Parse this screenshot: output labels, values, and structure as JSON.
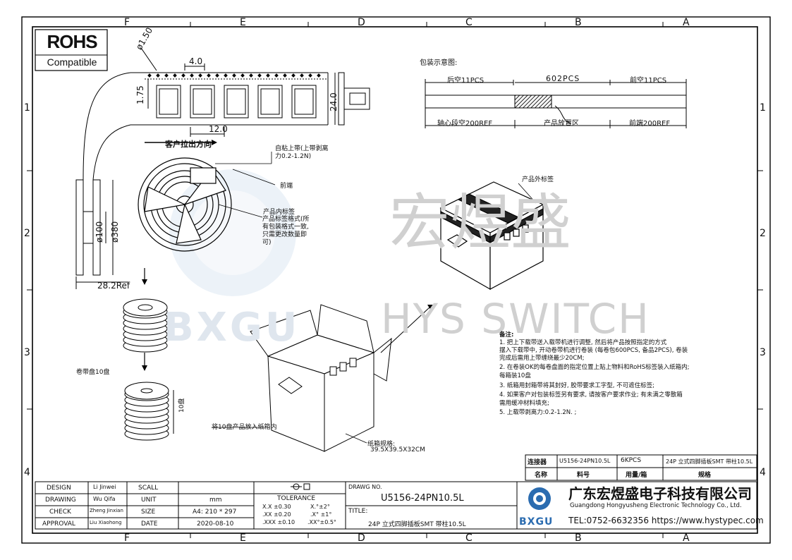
{
  "zones": {
    "top": [
      "F",
      "E",
      "D",
      "C",
      "B",
      "A"
    ],
    "side": [
      "1",
      "2",
      "3",
      "4"
    ]
  },
  "rohs": {
    "title": "ROHS",
    "subtitle": "Compatible"
  },
  "watermark": {
    "cn": "宏煜盛",
    "en": "HYS SWITCH",
    "logo": "BXGU"
  },
  "tape_dims": {
    "d150": "ø1.50",
    "pitch4": "4.0",
    "h175": "1.75",
    "pitch12": "12.0",
    "w24": "24.0"
  },
  "reel": {
    "pull_dir": "客户拉出方向",
    "top_tape": "自粘上带(上带剥离力0.2-1.2N)",
    "front": "前端",
    "inner_label": "产品内标签",
    "label_note": "产品标签格式(所有包装格式一致,只需更改数量即可)",
    "d100": "ø100",
    "d380": "ø380",
    "ref": "28.2Ref"
  },
  "stack": {
    "reels_label": "卷带盘10盘",
    "ten": "10盘",
    "put_in": "将10盘产品放入纸箱内",
    "carton_size_label": "纸箱规格:",
    "carton_size": "39.5X39.5X32CM"
  },
  "pack": {
    "title": "包装示意图:",
    "rear_empty": "后空11PCS",
    "count": "602PCS",
    "front_empty": "前空11PCS",
    "core_empty": "轴心段空200REF",
    "place_area": "产品放置区",
    "front_end": "前端200REF",
    "outer_label": "产品外标签"
  },
  "notes": {
    "title": "备注:",
    "lines": [
      "1. 把上下载带送入载带机进行调整, 然后将产品按照指定的方式",
      "   摆入下载带中, 开动卷带机进行卷装 (每卷包600PCS, 备品2PCS), 卷装",
      "   完成后需用上带缠绕最少20CM;",
      "2. 在卷装OK的每卷盘面的指定位置上贴上物料和RoHS标签装入纸箱内;",
      "   每箱装10盘",
      "3. 纸箱用封箱带将其封好, 胶带要求工字型, 不可遮住标签;",
      "4. 如果客户对包装标签另有要求, 请按客户要求作业; 有未满之零散箱",
      "   需用缓冲材料填充;",
      "5. 上载带剥离力:0.2-1.2N. ;"
    ]
  },
  "parts_table": {
    "row1": [
      "连接器",
      "U5156-24PN10.5L",
      "6KPCS",
      "24P 立式四脚插板SMT 带柱10.5L"
    ],
    "row2": [
      "名称",
      "料号",
      "用量/箱",
      "规格"
    ]
  },
  "title_block": {
    "design_l": "DESIGN",
    "design_v": "Li Jinwei",
    "drawing_l": "DRAWING",
    "drawing_v": "Wu Qifa",
    "check_l": "CHECK",
    "check_v": "Zheng Jinxian",
    "approval_l": "APPROVAL",
    "approval_v": "Liu Xiaohong",
    "scale_l": "SCALL",
    "unit_l": "UNIT",
    "unit_v": "mm",
    "size_l": "SIZE",
    "size_v": "A4: 210 * 297",
    "date_l": "DATE",
    "date_v": "2020-08-10",
    "tol_l": "TOLERANCE",
    "tol_1": "X.X  ±0.30",
    "tol_2": ".XX  ±0.20",
    "tol_3": ".XXX  ±0.10",
    "tol_a1": "X.°±2°",
    "tol_a2": ".X° ±1°",
    "tol_a3": ".XX°±0.5°",
    "dwg_l": "DRAWG NO.",
    "dwg_v": "U5156-24PN10.5L",
    "title_l": "TITLE:",
    "title_v": "24P 立式四脚插板SMT 带柱10.5L",
    "company_cn": "广东宏煜盛电子科技有限公司",
    "company_en": "Guangdong Hongyusheng Electronic Technology Co., Ltd.",
    "contact": "TEL:0752-6632356  https://www.hystypec.com",
    "logo": "BXGU"
  }
}
